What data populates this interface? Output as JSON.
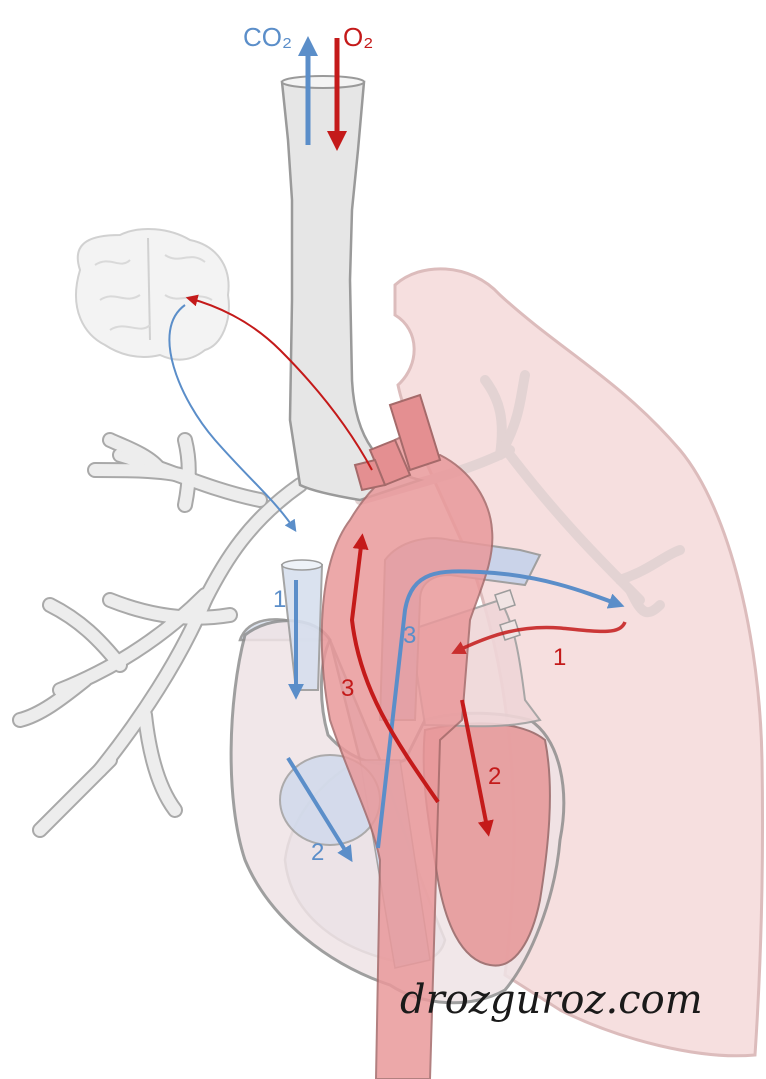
{
  "labels": {
    "co2": "CO₂",
    "o2": "O₂",
    "blue_step_1": "1",
    "blue_step_2": "2",
    "blue_step_3": "3",
    "red_step_1": "1",
    "red_step_2": "2",
    "red_step_3": "3",
    "watermark": "drozguroz.com"
  },
  "icons": {
    "brain": "brain-icon",
    "trachea": "trachea",
    "lung": "lung",
    "heart": "heart"
  },
  "colors": {
    "deoxygenated": "#5b8ec9",
    "oxygenated": "#c41a1a",
    "lung_fill": "#f6dcdc",
    "airway": "#e6e6e6"
  }
}
